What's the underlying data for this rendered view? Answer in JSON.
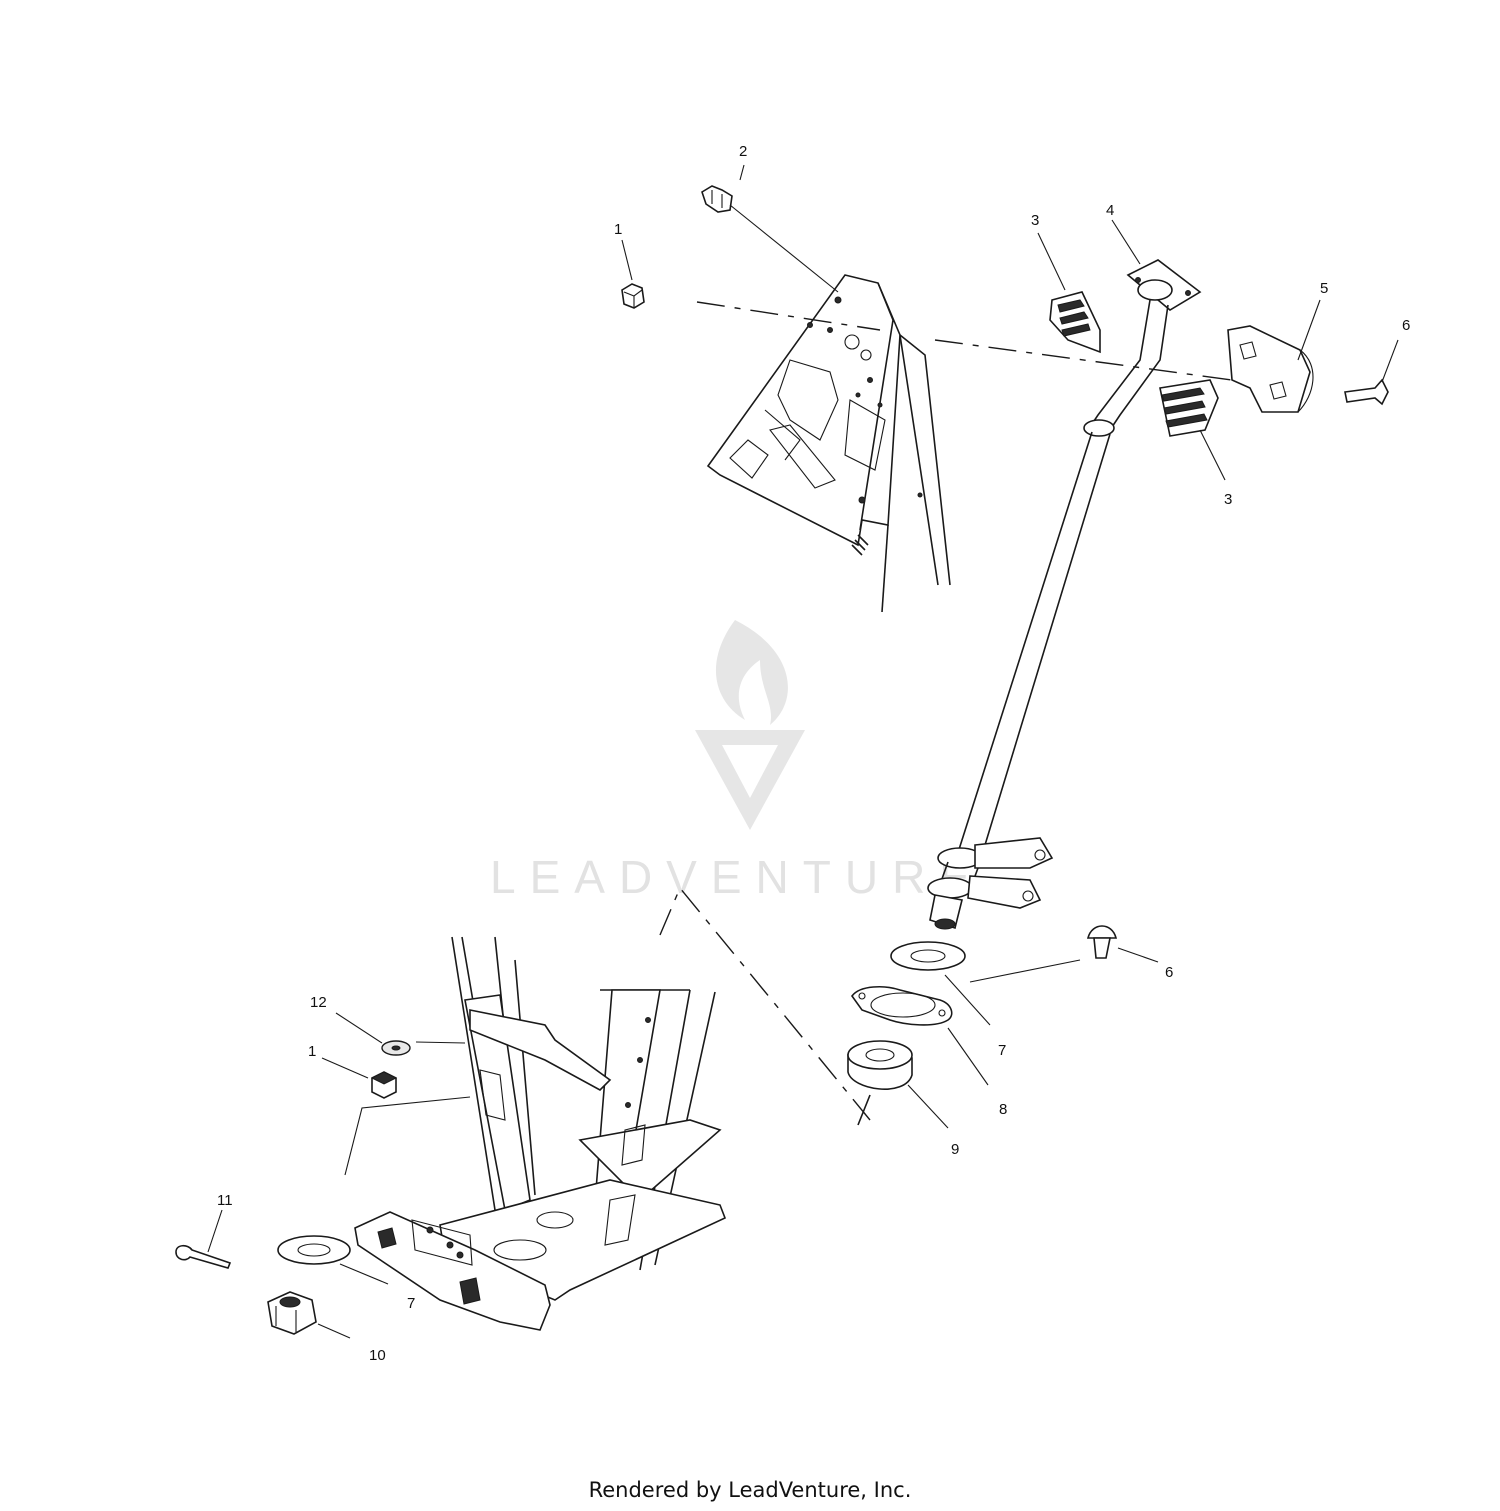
{
  "watermark": {
    "brand": "LEADVENTURE"
  },
  "callouts": [
    {
      "id": "c1a",
      "text": "1"
    },
    {
      "id": "c2",
      "text": "2"
    },
    {
      "id": "c3a",
      "text": "3"
    },
    {
      "id": "c4",
      "text": "4"
    },
    {
      "id": "c5",
      "text": "5"
    },
    {
      "id": "c6a",
      "text": "6"
    },
    {
      "id": "c3b",
      "text": "3"
    },
    {
      "id": "c6b",
      "text": "6"
    },
    {
      "id": "c7a",
      "text": "7"
    },
    {
      "id": "c8",
      "text": "8"
    },
    {
      "id": "c9",
      "text": "9"
    },
    {
      "id": "c12",
      "text": "12"
    },
    {
      "id": "c1b",
      "text": "1"
    },
    {
      "id": "c11",
      "text": "11"
    },
    {
      "id": "c7b",
      "text": "7"
    },
    {
      "id": "c10",
      "text": "10"
    }
  ],
  "footer": {
    "text": "Rendered by LeadVenture, Inc."
  }
}
